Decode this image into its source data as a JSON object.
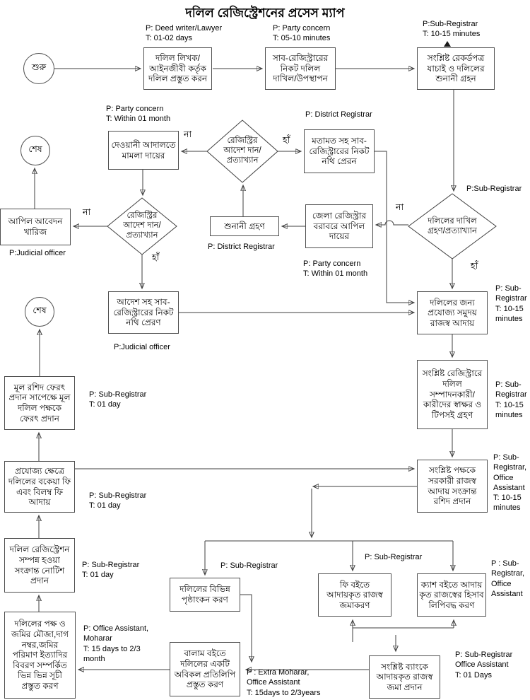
{
  "title": "দলিল রেজিস্ট্রেশনের প্রসেস ম্যাপ",
  "labels": {
    "yes": "হাঁ",
    "no": "না"
  },
  "nodes": {
    "start": {
      "label": "শুরু"
    },
    "end_1": {
      "label": "শেষ"
    },
    "end_2": {
      "label": "শেষ"
    },
    "write_deed": {
      "label": "দলিল লিখক/\nআইনজীবী কর্তৃক\nদলিল প্রস্তুত করন",
      "annotation": "P: Deed writer/Lawyer\nT: 01-02 days"
    },
    "submit_deed": {
      "label": "সাব-রেজিস্ট্রারের\nনিকট দলিল\nদাখিল/উপস্থাপন",
      "annotation": "P: Party concern\nT: 05-10 minutes"
    },
    "verify_records": {
      "label": "সংশ্লিষ্ট রেকর্ডপত্র\nযাচাই ও দলিলের\nশুনানী গ্রহন",
      "annotation": "P:Sub-Registrar\nT: 10-15 minutes"
    },
    "civil_case": {
      "label": "দেওয়ানী আদালতে\nমামলা দায়ের",
      "annotation": "P: Party concern\nT: Within 01 month"
    },
    "registry_decision_1": {
      "label": "রেজিস্ট্রির\nআদেশ দান/\nপ্রত্যাখ্যান"
    },
    "send_opinion": {
      "label": "মতামত সহ সাব-\nরেজিস্ট্রারের নিকট\nনথি প্রেরন",
      "annotation": "P: District Registrar"
    },
    "appeal_rejected": {
      "label": "আপিল আবেদন\nখারিজ",
      "annotation": "P:Judicial officer"
    },
    "registry_decision_2": {
      "label": "রেজিস্ট্রির\nআদেশ দান/\nপ্রত্যাখ্যান"
    },
    "hearing": {
      "label": "শুনানী গ্রহণ",
      "annotation": "P: District Registrar"
    },
    "district_appeal": {
      "label": "জেলা রেজিস্ট্রার\nবরাবরে আপিল\nদায়ের",
      "annotation": "P: Party concern\nT: Within 01 month"
    },
    "submission_decision": {
      "label": "দলিলের দাখিল\nগ্রহণ/প্রত্যাখ্যান",
      "annotation": "P:Sub-Registrar"
    },
    "send_order": {
      "label": "আদেশ সহ সাব-\nরেজিস্ট্রারের নিকট\nনথি প্রেরণ",
      "annotation": "P:Judicial officer"
    },
    "collect_revenue": {
      "label": "দলিলের জন্য\nপ্রযোজ্য সমুদয়\nরাজস্ব আদায়",
      "annotation": "P: Sub-\nRegistrar\nT: 10-15\nminutes"
    },
    "take_signatures": {
      "label": "সংশ্লিষ্ট রেজিস্ট্রারে\nদলিল\nসম্পাদনকারী/\nকারীদের স্বাক্ষর ও\nটিপসই গ্রহণ",
      "annotation": "P: Sub-\nRegistrar\nT: 10-15\nminutes"
    },
    "return_deed": {
      "label": "মূল রশিদ ফেরৎ\nপ্রদান সাপেক্ষে মূল\nদলিল পক্ষকে\nফেরৎ প্রদান",
      "annotation": "P: Sub-Registrar\nT: 01 day"
    },
    "collect_due_fees": {
      "label": "প্রযোজ্য ক্ষেত্রে\nদলিলের বকেয়া ফি\nএবং বিলম্ব ফি\nআদায়",
      "annotation": "P: Sub-Registrar\nT: 01 day"
    },
    "give_receipt": {
      "label": "সংশ্লিষ্ট পক্ষকে\nসরকারী রাজস্ব\nআদায় সংক্রান্ত\nরশিদ প্রদান",
      "annotation": "P: Sub-\nRegistrar,\nOffice\nAssistant\nT: 10-15\nminutes"
    },
    "completion_notice": {
      "label": "দলিল রেজিস্ট্রেশন\nসম্পন্ন হওয়া\nসংক্রান্ত নোটিশ\nপ্রদান",
      "annotation": "P: Sub-Registrar\nT: 01 day"
    },
    "endorsement": {
      "label": "দলিলের বিভিন্ন\nপৃষ্ঠাংকন করণ",
      "annotation": "P: Sub-Registrar"
    },
    "fee_book": {
      "label": "ফি বইতে\nআদায়কৃত রাজস্ব\nজমাকরণ"
    },
    "cash_book": {
      "label": "ক্যাশ বইতে আদায়\nকৃত রাজস্বের হিসাব\nলিপিবদ্ধ করণ",
      "annotation": "P : Sub-\nRegistrar,\nOffice\nAssistant"
    },
    "fee_cash_shared": {
      "annotation": "P: Sub-Registrar"
    },
    "prepare_indexes": {
      "label": "দলিলের পক্ষ ও\nজমির মৌজা,দাগ\nনম্বর,জমির\nপরিমাণ ইত্যাদির\nবিবরণ সম্পর্কিত\nভিন্ন ভিন্ন সূচী\nপ্রস্তুত করণ",
      "annotation": "P: Office Assistant,\nMoharar\nT: 15 days to 2/3\nmonth"
    },
    "balam_copy": {
      "label": "বালাম বইতে\nদলিলের একটি\nঅবিকল প্রতিলিপি\nপ্রস্তুত করণ",
      "annotation": "P : Extra Moharar,\nOffice Assistant\nT: 15days to 2/3years"
    },
    "bank_deposit": {
      "label": "সংশ্লিষ্ট ব্যাংকে\nআদায়কৃত রাজস্ব\nজমা প্রদান",
      "annotation": "P: Sub-Registrar\nOffice Assistant\nT: 01 Days"
    }
  }
}
